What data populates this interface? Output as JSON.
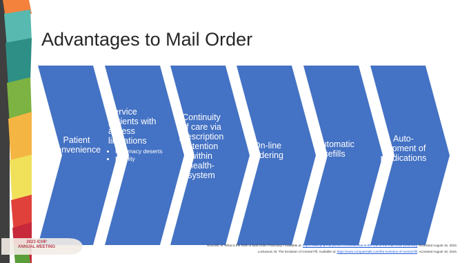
{
  "slide": {
    "title": "Advantages to Mail Order"
  },
  "chevrons": [
    {
      "text": "Patient convenience"
    },
    {
      "text": "Service patients with access limitations",
      "bullets": [
        "Pharmacy deserts",
        "Mobility"
      ]
    },
    {
      "text": "Continuity of care via prescription retention within health-system"
    },
    {
      "text": "On-line ordering"
    },
    {
      "text": "Automatic refills"
    },
    {
      "text": "Auto-shipment of medications"
    }
  ],
  "badge": {
    "line1": "2023 ICHP",
    "line2": "ANNUAL MEETING"
  },
  "references": [
    {
      "prefix": "Kruczek, N. What is the Role of Mail-Order Pharmacy? Available at: ",
      "link": "https://www.pharmacytimes.com/view/what-is-the-role-of-the-mail-order-pharmacy",
      "suffix": ". Accessed August 16, 2023."
    },
    {
      "prefix": "Lockwood, W. The Evolution of Central Fill. Available at: ",
      "link": "https://www.computertalk.com/the-evolution-of-central-fill/",
      "suffix": ". Accessed August 16, 2023."
    }
  ],
  "colors": {
    "chevron": "#4472c4",
    "title": "#262626",
    "link": "#1f5bd6"
  }
}
